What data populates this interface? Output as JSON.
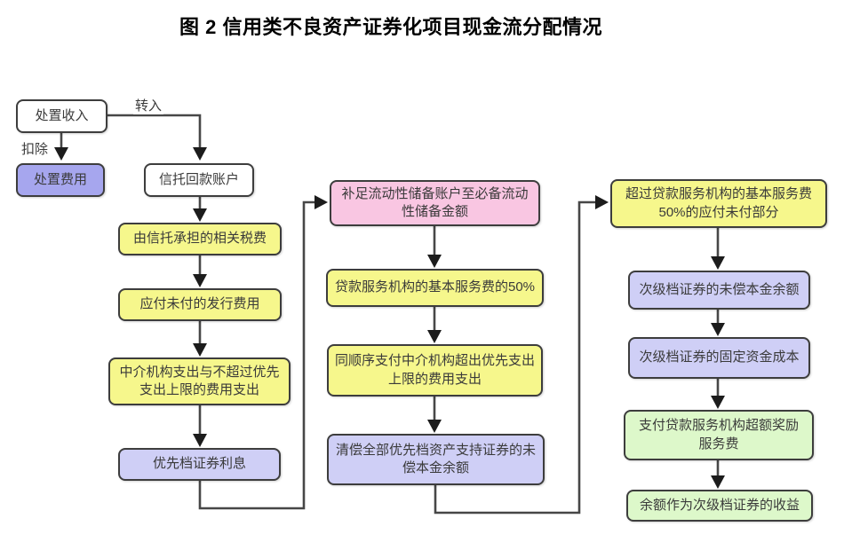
{
  "title": "图 2 信用类不良资产证券化项目现金流分配情况",
  "edge_labels": {
    "transfer_in": "转入",
    "deduct": "扣除"
  },
  "nodes": {
    "disposal_income": "处置收入",
    "disposal_cost": "处置费用",
    "trust_collection_account": "信托回款账户",
    "trust_taxes": "由信托承担的相关税费",
    "unpaid_issuance_fees": "应付未付的发行费用",
    "intermediary_fees_within_cap": "中介机构支出与不超过优先支出上限的费用支出",
    "senior_notes_interest": "优先档证券利息",
    "liquidity_reserve_topup": "补足流动性储备账户至必备流动性储备金额",
    "servicer_base_fee_50pct": "贷款服务机构的基本服务费的50%",
    "intermediary_fees_over_cap": "同顺序支付中介机构超出优先支出上限的费用支出",
    "senior_principal_repayment": "清偿全部优先档资产支持证券的未偿本金余额",
    "servicer_base_fee_unpaid": "超过贷款服务机构的基本服务费50%的应付未付部分",
    "subordinate_principal": "次级档证券的未偿本金余额",
    "subordinate_fixed_cost": "次级档证券的固定资金成本",
    "servicer_excess_bonus": "支付贷款服务机构超额奖励服务费",
    "subordinate_residual": "余额作为次级档证券的收益"
  },
  "colors": {
    "box_white": "#ffffff",
    "box_purple": "#a6a6ee",
    "box_lavender": "#cfcff6",
    "box_yellow": "#f6f78c",
    "box_pink": "#f9c6e2",
    "box_green": "#ddf8ca",
    "box_border": "#3d3d3d",
    "connector_line": "#474747",
    "arrowhead": "#1c1c1c",
    "title_text": "#000000"
  }
}
